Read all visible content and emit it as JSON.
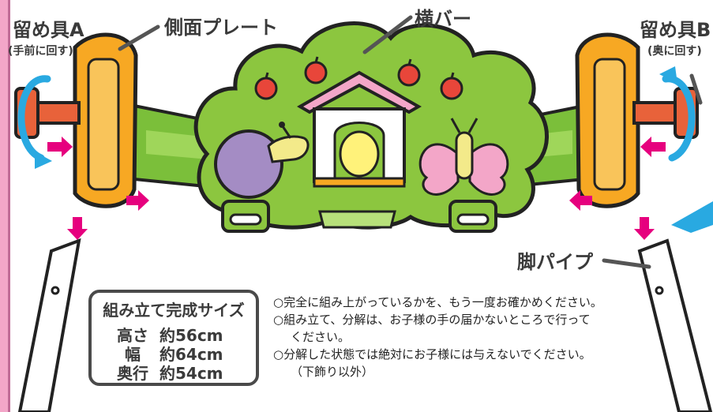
{
  "labels": {
    "fastener_a": "留め具A",
    "fastener_a_note": "(手前に回す)",
    "side_plate": "側面プレート",
    "cross_bar": "横バー",
    "fastener_b": "留め具B",
    "fastener_b_note": "(奥に回す)",
    "leg_pipe": "脚パイプ"
  },
  "spec": {
    "title": "組み立て完成サイズ",
    "rows": [
      {
        "key": "高さ",
        "value": "約56cm"
      },
      {
        "key": "幅",
        "value": "約64cm"
      },
      {
        "key": "奥行",
        "value": "約54cm"
      }
    ]
  },
  "notes": [
    "○完全に組み上がっているかを、もう一度お確かめください。",
    "○組み立て、分解は、お子様の手の届かないところで行って",
    "ください。",
    "○分解した状態では絶対にお子様には与えないでください。",
    "（下飾り以外）"
  ],
  "colors": {
    "tree_green": "#8cc63f",
    "bar_green": "#7bbf3a",
    "plate_orange": "#f7a823",
    "bolt_red": "#e8623a",
    "arrow_pink": "#e6007e",
    "rotate_blue": "#29a9e1",
    "frame_pink": "#f3a6c8",
    "outline": "#222222"
  }
}
